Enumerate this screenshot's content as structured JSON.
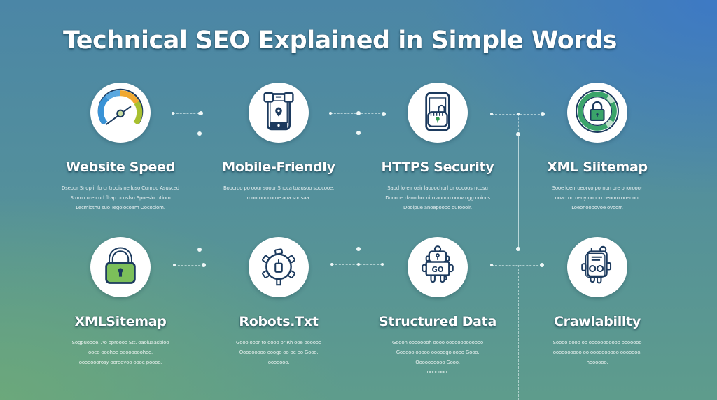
{
  "title": "Technical SEO Explained in Simple Words",
  "colors": {
    "background_top_left": "#4b86a6",
    "background_top_right": "#3f7ac4",
    "background_bottom_left": "#6aa47a",
    "background_bottom_right": "#5a9a94",
    "icon_navy": "#1c3a5e",
    "icon_green": "#3aa46a",
    "icon_lime": "#7cbf5a",
    "gauge_blue": "#3a93d6",
    "gauge_orange": "#f0a830",
    "gauge_olive": "#a8c030"
  },
  "cards": [
    {
      "title": "Website Speed",
      "icon": "speedometer-icon",
      "description": [
        "Dseour Snop ir fo cr troois ne luso Cunruo Asusced",
        "Srom cure curl flrap ucuslsn Spoeslocutiom",
        "Lecmiothu suo Tegolocoam Oocociom."
      ]
    },
    {
      "title": "Mobile-Friendly",
      "icon": "mobile-phone-icon",
      "description": [
        "Boocruo po oour soour Snoca toausoo spocooe.",
        "roooronocurne ana sor saa."
      ]
    },
    {
      "title": "HTTPS Security",
      "icon": "secure-phone-lock-icon",
      "description": [
        "Saod loreir oair laooochorl or ooooosmcosu",
        "Doonoe daoo hocoiro auoou oouv ogg ooiocs",
        "Doolpue anoepoopo ouroooir."
      ]
    },
    {
      "title": "XML Siitemap",
      "icon": "padlock-ring-icon",
      "description": [
        "Sooe loerr oeorvo pornon ore onorooor",
        "ooao oo oeoy ooooo oeooro ooeooo.",
        "Loeonoopovoe ovoorr."
      ]
    },
    {
      "title": "XMLSitemap",
      "icon": "padlock-icon",
      "description": [
        "Sogpuoooe. Ao oproooo Stt. oaoluaasbloo",
        "ooeo ooohoo oaoooooohoo.",
        "ooooooorosy ooroovoo oooe poooo."
      ]
    },
    {
      "title": "Robots.Txt",
      "icon": "robot-gear-icon",
      "description": [
        "Gooo ooor to oooo or Rh ooe oooooo",
        "Ooooooooo ooogo oo oe oo Gooo.",
        "ooooooo."
      ]
    },
    {
      "title": "Structured Data",
      "icon": "robot-go-icon",
      "description": [
        "Gooon oooooooh oooo ooooooooooooo",
        "Gooooo ooooo ooooogo oooo Gooo.",
        "Oooooooooo Gooo.",
        "ooooooo."
      ]
    },
    {
      "title": "Crawlabillty",
      "icon": "crawler-robot-icon",
      "description": [
        "Soooo oooo oo ooooooooooo ooooooo",
        "oooooooooo oo oooooooooo ooooooo.",
        "hoooooo."
      ]
    }
  ]
}
